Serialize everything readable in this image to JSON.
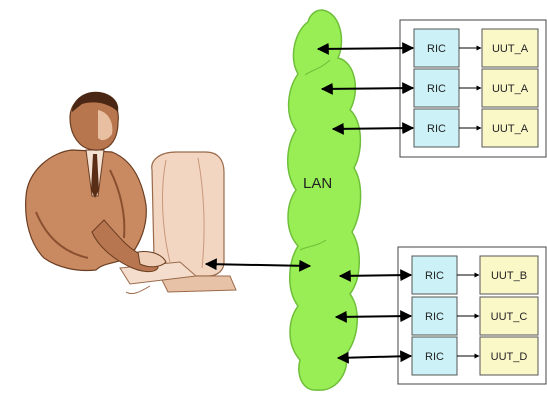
{
  "network": {
    "label": "LAN",
    "color": "#99ee55",
    "stroke": "#6fbf3a"
  },
  "colors": {
    "ric": "#ccf2f7",
    "uut": "#fbf8c8",
    "panel_border": "#444444"
  },
  "top_group": {
    "rows": [
      {
        "ric": "RIC",
        "uut": "UUT_A"
      },
      {
        "ric": "RIC",
        "uut": "UUT_A"
      },
      {
        "ric": "RIC",
        "uut": "UUT_A"
      }
    ]
  },
  "bottom_group": {
    "rows": [
      {
        "ric": "RIC",
        "uut": "UUT_B"
      },
      {
        "ric": "RIC",
        "uut": "UUT_C"
      },
      {
        "ric": "RIC",
        "uut": "UUT_D"
      }
    ]
  }
}
